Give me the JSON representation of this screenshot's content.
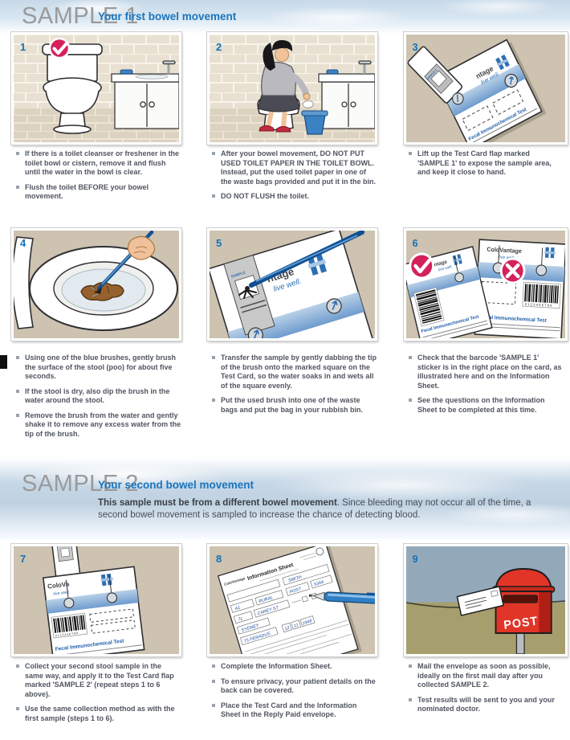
{
  "header1": {
    "title": "SAMPLE 1",
    "subtitle": "Your first bowel movement"
  },
  "header2": {
    "title": "SAMPLE 2",
    "subtitle": "Your second bowel movement",
    "intro_bold": "This sample must be from a different bowel movement",
    "intro_rest": ". Since bleeding may not occur all of the time, a second bowel movement is sampled to increase the chance of detecting blood."
  },
  "labels": {
    "brand": "ColoVantage",
    "brand_partial": "ntage",
    "brand_cut": "ColoVa",
    "tagline": "live well.",
    "test_name": "Fecal Immunochemical Test",
    "sample1": "SAMPLE 1",
    "sample_label_small": "SAMPLE",
    "post": "POST",
    "info_sheet_title": "Information Sheet",
    "barcode_digits": "0123456789"
  },
  "handwriting": {
    "surname": "SMITH",
    "field1": "A1",
    "field2": "RURAL",
    "field3": "POST",
    "field4": "5344",
    "field5": "7L",
    "street": "CAREY ST",
    "city": "SYDNEY",
    "field6": "75 PERADUS",
    "day": "12",
    "month": "11",
    "year": "1948"
  },
  "steps": [
    {
      "number": "1",
      "bullets": [
        "If there is a toilet cleanser or freshener in the toilet bowl or cistern, remove it and flush until the water in the bowl is clear.",
        "Flush the toilet BEFORE your bowel movement."
      ]
    },
    {
      "number": "2",
      "bullets": [
        "After your bowel movement, DO NOT PUT USED TOILET PAPER IN THE TOILET BOWL. Instead, put the used toilet paper in one of the waste bags provided and put it in the bin.",
        "DO NOT FLUSH the toilet."
      ]
    },
    {
      "number": "3",
      "bullets": [
        "Lift up the Test Card flap marked 'SAMPLE 1' to expose the sample area, and keep it close to hand."
      ]
    },
    {
      "number": "4",
      "bullets": [
        "Using one of the blue brushes, gently brush the surface of the stool (poo) for about five seconds.",
        "If the stool is dry, also dip the brush in the water around the stool.",
        "Remove the brush from the water and gently shake it to remove any excess water from the tip of the brush."
      ]
    },
    {
      "number": "5",
      "bullets": [
        "Transfer the sample by gently dabbing the tip of the brush onto the marked square on the Test Card, so the water soaks in and wets all of the square evenly.",
        "Put the used brush into one of the waste bags and put the bag in your rubbish bin."
      ]
    },
    {
      "number": "6",
      "bullets": [
        "Check that the barcode 'SAMPLE 1' sticker is in the right place on the card, as illustrated here and on the Information Sheet.",
        "See the questions on the Information Sheet to be completed at this time."
      ]
    },
    {
      "number": "7",
      "bullets": [
        "Collect your second stool sample in the same way, and apply it to the Test Card flap marked 'SAMPLE 2' (repeat steps 1 to 6 above).",
        "Use the same collection method as with the first sample (steps 1 to 6)."
      ]
    },
    {
      "number": "8",
      "bullets": [
        "Complete the Information Sheet.",
        "To ensure privacy, your patient details on the back can be covered.",
        "Place the Test Card and the Information Sheet in the Reply Paid envelope."
      ]
    },
    {
      "number": "9",
      "bullets": [
        "Mail the envelope as soon as possible, ideally on the first mail day after you collected SAMPLE 2.",
        "Test results will be sent to you and your nominated doctor."
      ]
    }
  ]
}
